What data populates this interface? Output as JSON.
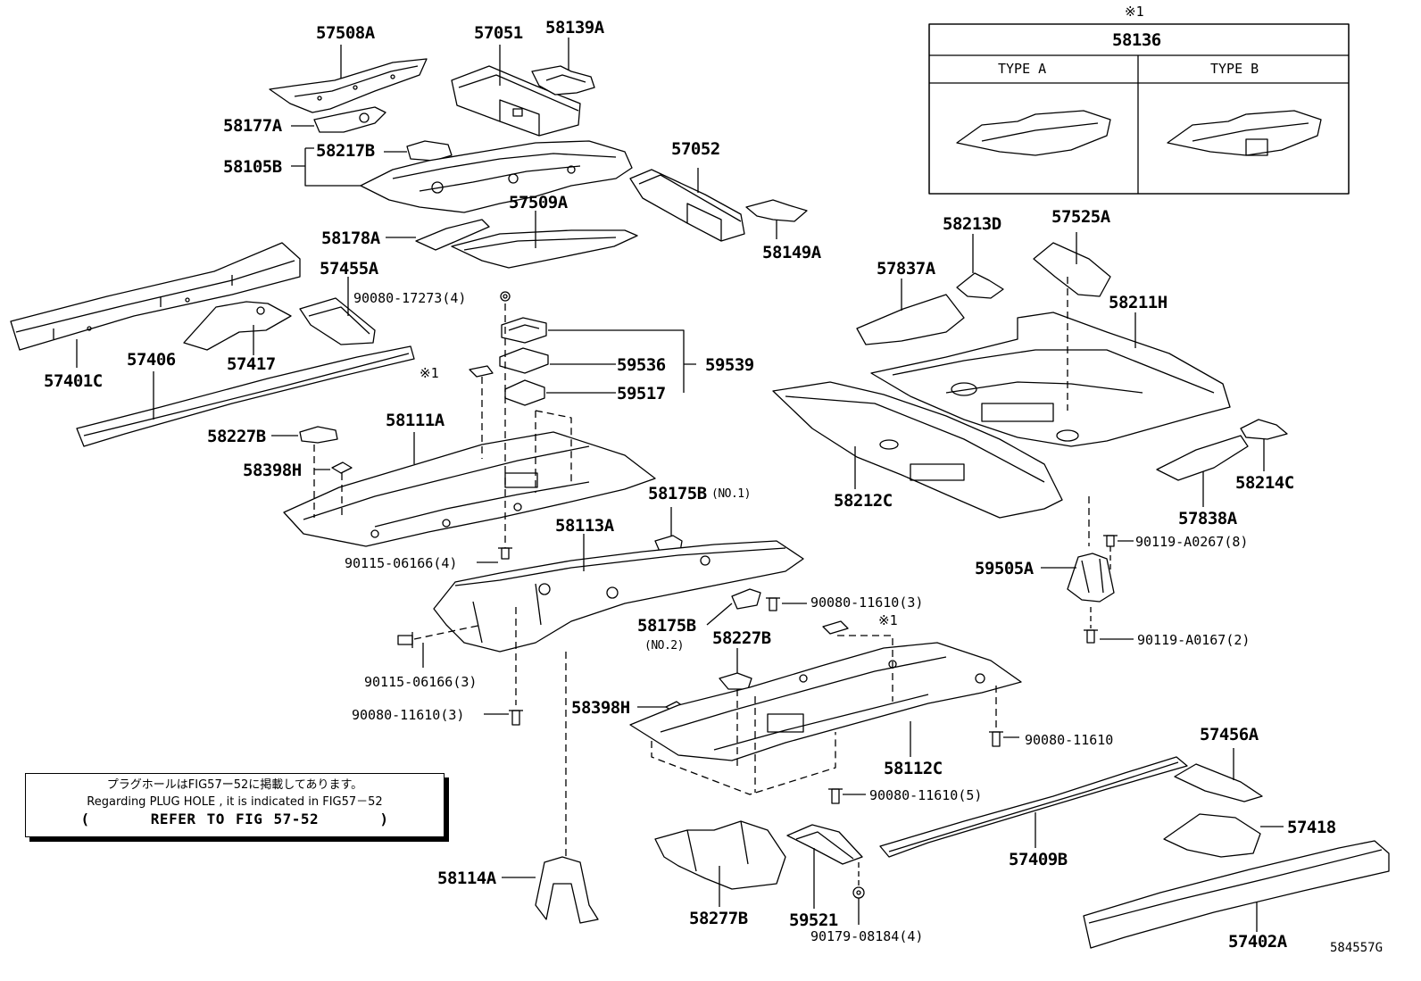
{
  "labels": {
    "p57508A": "57508A",
    "p57051": "57051",
    "p58139A": "58139A",
    "p58177A": "58177A",
    "p58217B": "58217B",
    "p58105B": "58105B",
    "p57052": "57052",
    "p57509A": "57509A",
    "p58178A": "58178A",
    "p58149A": "58149A",
    "p57455A": "57455A",
    "p90080_17273": "90080-17273(4)",
    "p57401C": "57401C",
    "p57406": "57406",
    "p57417": "57417",
    "p59536": "59536",
    "p59539": "59539",
    "p59517": "59517",
    "p_mark1a": "※1",
    "p58227B_a": "58227B",
    "p58111A": "58111A",
    "p58398H_a": "58398H",
    "p58175B_1": "58175B",
    "p58175B_1_sub": "(NO.1)",
    "p58113A": "58113A",
    "p90115_06166_4": "90115-06166(4)",
    "p90080_11610_3a": "90080-11610(3)",
    "p58175B_2": "58175B",
    "p58175B_2_sub": "(NO.2)",
    "p58227B_b": "58227B",
    "p90115_06166_3": "90115-06166(3)",
    "p90080_11610_3b": "90080-11610(3)",
    "p_mark1b": "※1",
    "p58398H_b": "58398H",
    "p90080_11610": "90080-11610",
    "p58112C": "58112C",
    "p90080_11610_5": "90080-11610(5)",
    "p58114A": "58114A",
    "p58277B": "58277B",
    "p59521": "59521",
    "p90179_08184": "90179-08184(4)",
    "p57409B": "57409B",
    "p57456A": "57456A",
    "p57418": "57418",
    "p57402A": "57402A",
    "p58213D": "58213D",
    "p57525A": "57525A",
    "p57837A": "57837A",
    "p58211H": "58211H",
    "p58212C": "58212C",
    "p58214C": "58214C",
    "p57838A": "57838A",
    "p90119_A0267": "90119-A0267(8)",
    "p59505A": "59505A",
    "p90119_A0167": "90119-A0167(2)",
    "figure_code": "584557G"
  },
  "type_table": {
    "mark": "※1",
    "part": "58136",
    "type_a": "TYPE  A",
    "type_b": "TYPE  B"
  },
  "note": {
    "line1": "プラグホールはFIG57ー52に掲載してあります。",
    "line2": "Regarding PLUG HOLE , it is indicated in FIG57－52",
    "line3_open": "(",
    "line3": "REFER TO FIG 57-52",
    "line3_close": ")"
  }
}
